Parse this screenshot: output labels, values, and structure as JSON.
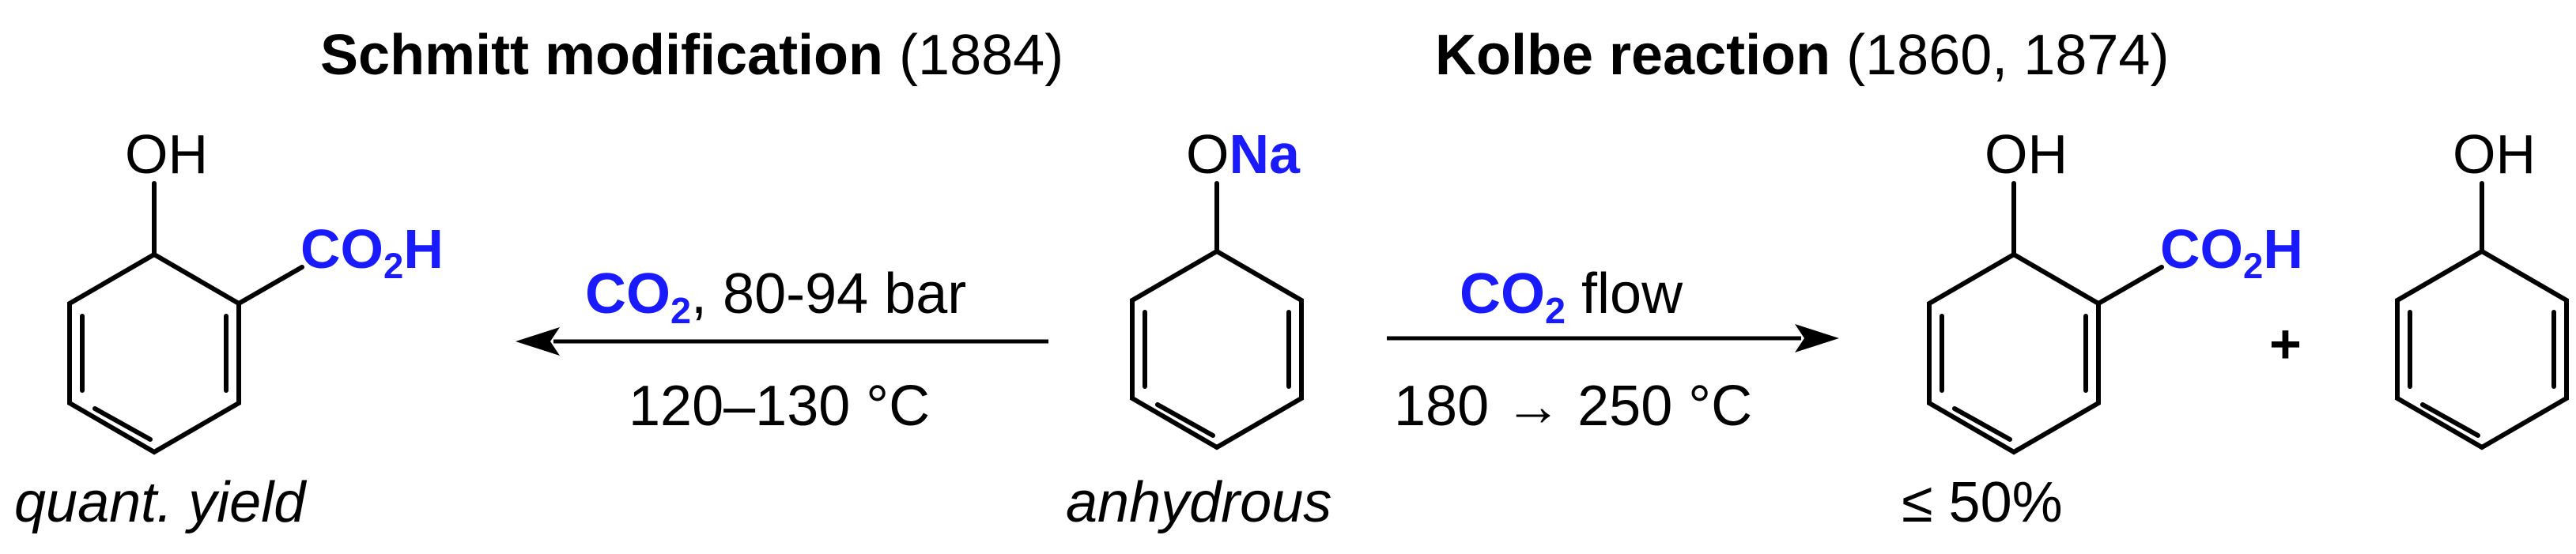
{
  "headers": {
    "left": {
      "title": "Schmitt modification",
      "year": "(1884)"
    },
    "right": {
      "title": "Kolbe reaction",
      "year": "(1860, 1874)"
    }
  },
  "left_product": {
    "oh": "OH",
    "co2h_main": "CO",
    "co2h_sub": "2",
    "co2h_end": "H",
    "caption": "quant. yield"
  },
  "left_arrow": {
    "above_co2": "CO",
    "above_co2_sub": "2",
    "above_rest": ", 80-94 bar",
    "below": "120–130 °C"
  },
  "reactant": {
    "o": "O",
    "na": "Na",
    "caption": "anhydrous"
  },
  "right_arrow": {
    "above_co2": "CO",
    "above_co2_sub": "2",
    "above_rest": " flow",
    "below": "180 → 250 °C"
  },
  "right_product": {
    "oh": "OH",
    "co2h_main": "CO",
    "co2h_sub": "2",
    "co2h_end": "H",
    "caption": "≤ 50%"
  },
  "plus": "+",
  "byproduct": {
    "oh": "OH"
  },
  "colors": {
    "accent_blue": "#1a1aff",
    "black": "#000000"
  }
}
